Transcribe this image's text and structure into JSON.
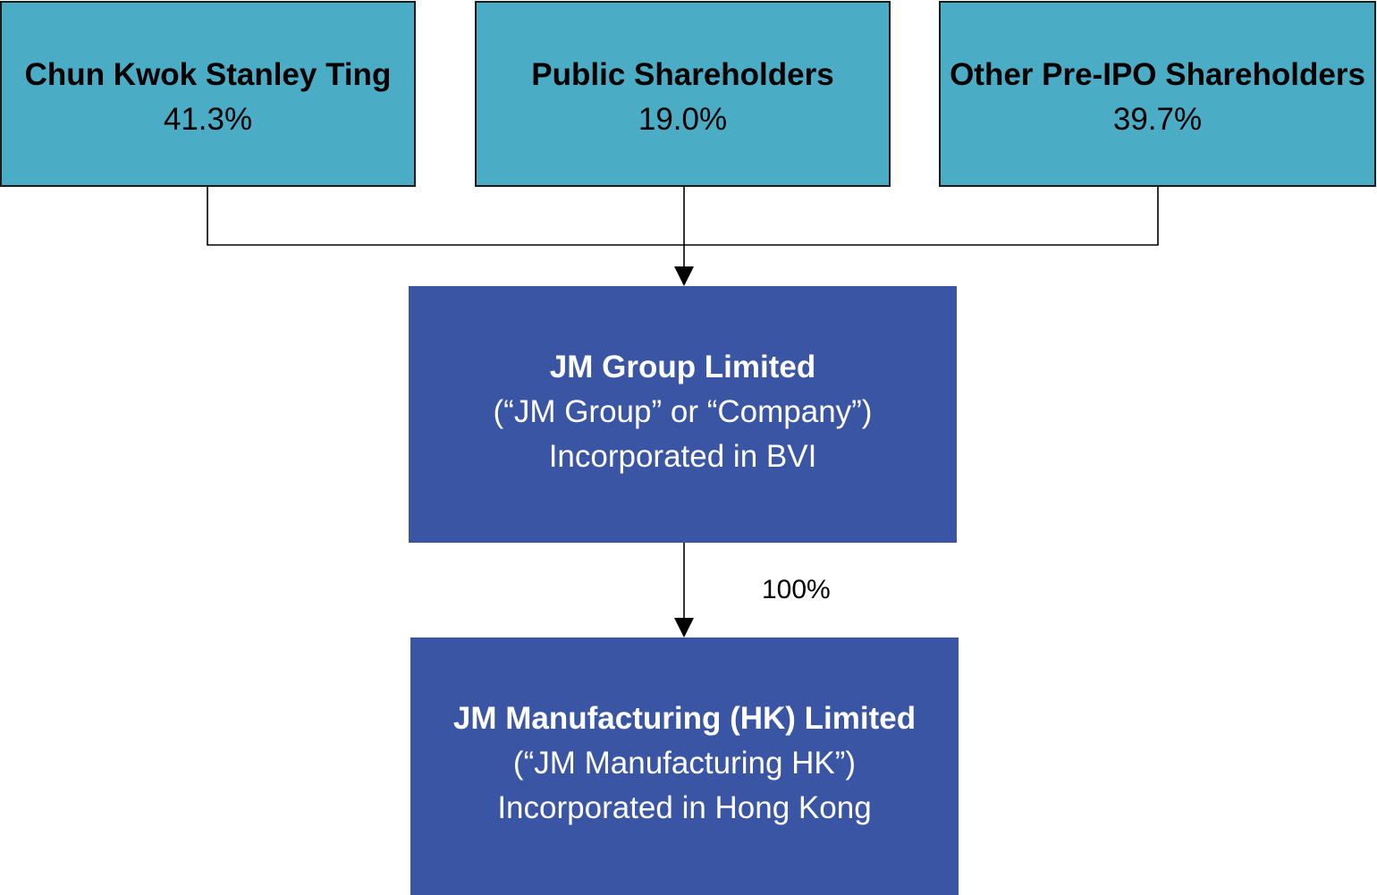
{
  "shareholders": [
    {
      "name": "Chun Kwok Stanley Ting",
      "percent": "41.3%"
    },
    {
      "name": "Public Shareholders",
      "percent": "19.0%"
    },
    {
      "name": "Other Pre-IPO Shareholders",
      "percent": "39.7%"
    }
  ],
  "company": {
    "name": "JM Group Limited",
    "alias": "(“JM Group” or “Company”)",
    "incorporation": "Incorporated in BVI"
  },
  "subsidiary": {
    "name": "JM Manufacturing (HK) Limited",
    "alias": "(“JM Manufacturing HK”)",
    "incorporation": "Incorporated in Hong Kong",
    "ownership": "100%"
  },
  "colors": {
    "shareholder_fill": "#4BACC6",
    "entity_fill": "#3A55A4",
    "connector": "#000000"
  }
}
